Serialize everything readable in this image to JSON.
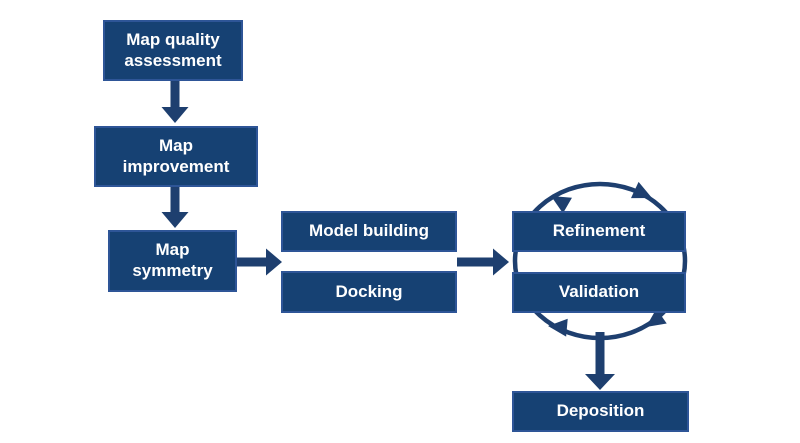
{
  "figure": {
    "type": "flowchart",
    "background": "#ffffff",
    "colors": {
      "box_fill": "#164173",
      "box_border": "#2e5597",
      "arrow": "#1e3f6f",
      "text": "#ffffff"
    },
    "boxes": {
      "map_quality_assessment": {
        "label": "Map quality\nassessment"
      },
      "map_improvement": {
        "label": "Map\nimprovement"
      },
      "map_symmetry": {
        "label": "Map\nsymmetry"
      },
      "model_building": {
        "label": "Model building"
      },
      "docking": {
        "label": "Docking"
      },
      "refinement": {
        "label": "Refinement"
      },
      "validation": {
        "label": "Validation"
      },
      "deposition": {
        "label": "Deposition"
      }
    },
    "connections": [
      {
        "from": "Map quality assessment",
        "to": "Map improvement",
        "style": "down-arrow"
      },
      {
        "from": "Map improvement",
        "to": "Map symmetry",
        "style": "down-arrow"
      },
      {
        "from": "Map symmetry",
        "to": "Model building / Docking",
        "style": "right-arrow"
      },
      {
        "from": "Model building / Docking",
        "to": "Refinement / Validation",
        "style": "right-arrow"
      },
      {
        "around": "Refinement / Validation",
        "style": "circular-cycle-arrows"
      },
      {
        "from": "Refinement / Validation",
        "to": "Deposition",
        "style": "down-arrow"
      }
    ]
  }
}
